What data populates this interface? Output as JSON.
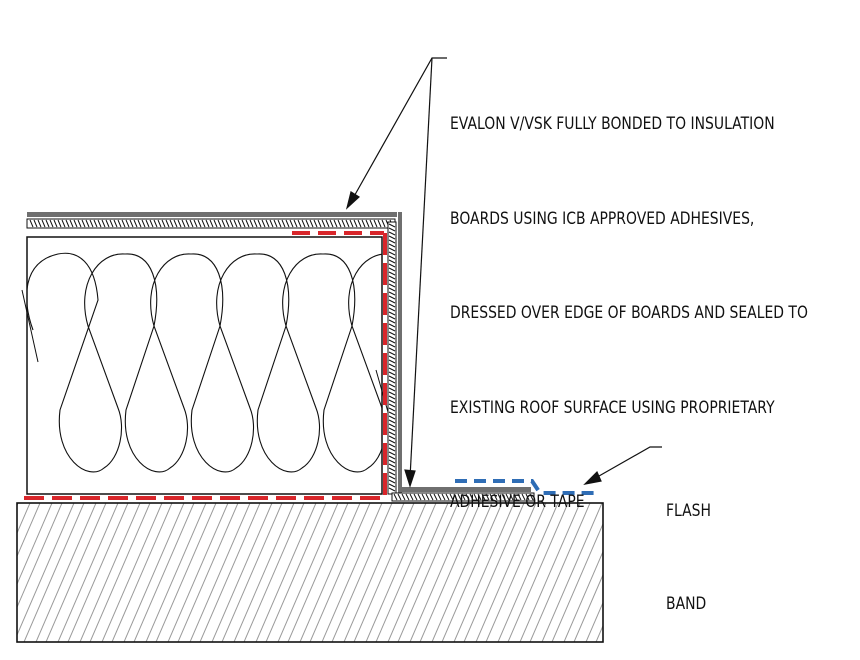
{
  "annotations": {
    "evalon": {
      "lines": [
        "EVALON V/VSK FULLY BONDED TO INSULATION",
        "BOARDS USING ICB APPROVED ADHESIVES,",
        "DRESSED OVER EDGE OF BOARDS AND SEALED TO",
        "EXISTING ROOF SURFACE USING PROPRIETARY",
        "ADHESIVE OR TAPE"
      ]
    },
    "flash_band": {
      "lines": [
        "FLASH",
        "BAND"
      ]
    }
  },
  "colors": {
    "line": "#111111",
    "membrane": "#6f6f6f",
    "red_dash": "#d8262b",
    "blue_dash": "#2f6db5",
    "hatch": "#9a9a9a"
  }
}
